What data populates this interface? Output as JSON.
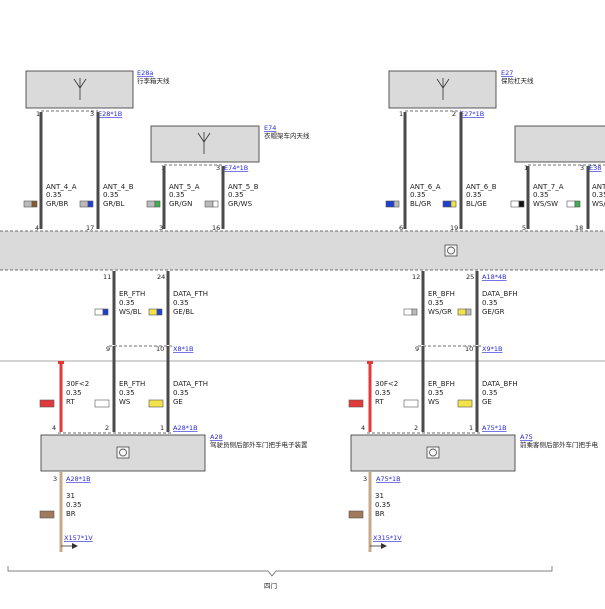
{
  "boxes": {
    "e28a": {
      "ref": "E28a",
      "name": "行李箱天线",
      "conn": "E28*1B",
      "pin_left": "1",
      "pin_right": "3"
    },
    "e74": {
      "ref": "E74",
      "name": "衣帽架车内天线",
      "conn": "E74*1B",
      "pin_left": "1",
      "pin_right": "3"
    },
    "e27": {
      "ref": "E27",
      "name": "保险杠天线",
      "conn": "E27*1B",
      "pin_left": "1",
      "pin_right": "2"
    },
    "e38": {
      "conn": "E38",
      "pin_left": "1",
      "pin_right": "3"
    },
    "a28": {
      "ref": "A28",
      "name": "驾驶员侧后部外车门把手电子装置",
      "conn": "A28*1B",
      "pin_bottom": "3",
      "conn_bottom": "A28*1B"
    },
    "a75": {
      "ref": "A75",
      "name": "前乘客侧后部外车门把手电",
      "conn": "A75*1B",
      "pin_bottom": "3",
      "conn_bottom": "A75*1B"
    }
  },
  "upper_wires": [
    {
      "name": "ANT_4_A",
      "size": "0.35",
      "color": "GR/BR",
      "pin": "4"
    },
    {
      "name": "ANT_4_B",
      "size": "0.35",
      "color": "GR/BL",
      "pin": "17"
    },
    {
      "name": "ANT_5_A",
      "size": "0.35",
      "color": "GR/GN",
      "pin": "3"
    },
    {
      "name": "ANT_5_B",
      "size": "0.35",
      "color": "GR/WS",
      "pin": "16"
    },
    {
      "name": "ANT_6_A",
      "size": "0.35",
      "color": "BL/GR",
      "pin": "6"
    },
    {
      "name": "ANT_6_B",
      "size": "0.35",
      "color": "BL/GE",
      "pin": "19"
    },
    {
      "name": "ANT_7_A",
      "size": "0.35",
      "color": "WS/SW",
      "pin": "5"
    },
    {
      "name": "ANT",
      "size": "0.35",
      "color": "WS/",
      "pin": "18"
    }
  ],
  "mid_wires_left": [
    {
      "name": "ER_FTH",
      "size": "0.35",
      "color": "WS/BL",
      "pin_top": "11",
      "pin_bottom": "9"
    },
    {
      "name": "DATA_FTH",
      "size": "0.35",
      "color": "GE/BL",
      "pin_top": "24",
      "pin_bottom": "10"
    }
  ],
  "mid_wires_right": [
    {
      "name": "ER_BFH",
      "size": "0.35",
      "color": "WS/GR",
      "pin_top": "12",
      "pin_bottom": "9"
    },
    {
      "name": "DATA_BFH",
      "size": "0.35",
      "color": "GE/GR",
      "pin_top": "25",
      "pin_bottom": "10"
    }
  ],
  "module_conn_right": "A18*4B",
  "x8": "X8*1B",
  "x9": "X9*1B",
  "low_left": [
    {
      "name": "30F<2",
      "size": "0.35",
      "color": "RT",
      "pin": "4"
    },
    {
      "name": "ER_FTH",
      "size": "0.35",
      "color": "WS",
      "pin": "2"
    },
    {
      "name": "DATA_FTH",
      "size": "0.35",
      "color": "GE",
      "pin": "1"
    }
  ],
  "low_right": [
    {
      "name": "30F<2",
      "size": "0.35",
      "color": "RT",
      "pin": "4"
    },
    {
      "name": "ER_BFH",
      "size": "0.35",
      "color": "WS",
      "pin": "2"
    },
    {
      "name": "DATA_BFH",
      "size": "0.35",
      "color": "GE",
      "pin": "1"
    }
  ],
  "ground_left": {
    "name": "31",
    "size": "0.35",
    "color": "BR",
    "conn": "X157*1V"
  },
  "ground_right": {
    "name": "31",
    "size": "0.35",
    "color": "BR",
    "conn": "X315*1V"
  },
  "footer": "四门",
  "colors": {
    "gray_wire": "#4a4a4a",
    "red_wire": "#e03a3a",
    "brown_wire": "#c8a98a",
    "box_fill": "#dadada",
    "link": "#2b2bd6"
  }
}
